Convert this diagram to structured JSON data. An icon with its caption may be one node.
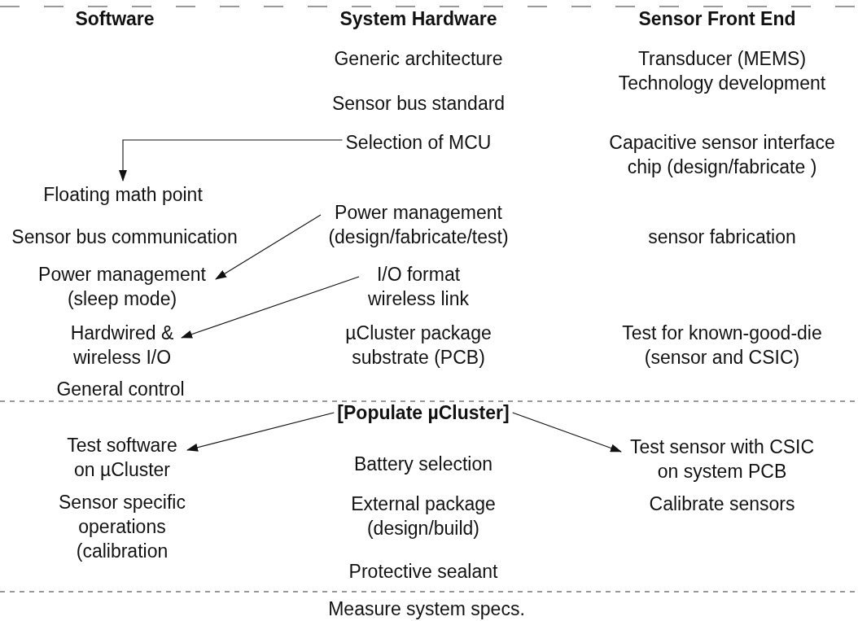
{
  "diagram": {
    "nodes": [
      {
        "text": [
          "Selection of MCU"
        ]
      },
      {
        "text": [
          "Floating math point"
        ]
      },
      {
        "text": [
          "Power management (design/fabricate/test)"
        ]
      },
      {
        "text": [
          "Power management (sleep mode)"
        ]
      },
      {
        "text": [
          "I/O format wireless link"
        ]
      },
      {
        "text": [
          "Hardwired & wireless I/O"
        ]
      },
      {
        "text": [
          "[Populate µCluster]"
        ]
      },
      {
        "text": [
          "Test software on µCluster"
        ]
      },
      {
        "text": [
          "Test sensor with CSIC on system PCB"
        ]
      }
    ],
    "edges": [
      {
        "from": 0,
        "to": 1,
        "arrow": "to"
      },
      {
        "from": 2,
        "to": 3,
        "arrow": "to"
      },
      {
        "from": 4,
        "to": 5,
        "arrow": "to"
      },
      {
        "from": 6,
        "to": 7,
        "arrow": "to"
      },
      {
        "from": 6,
        "to": 8,
        "arrow": "to"
      }
    ],
    "labels": [
      "Software",
      "System Hardware",
      "Sensor Front End",
      "Generic architecture",
      "Transducer (MEMS) Technology development",
      "Sensor bus standard",
      "Capacitive sensor interface chip (design/fabricate )",
      "Sensor bus communication",
      "sensor fabrication",
      "µCluster package substrate (PCB)",
      "Test for known-good-die (sensor and CSIC)",
      "General control",
      "Battery selection",
      "Sensor specific operations (calibration",
      "External package (design/build)",
      "Calibrate sensors",
      "Protective sealant",
      "Measure system specs."
    ]
  }
}
